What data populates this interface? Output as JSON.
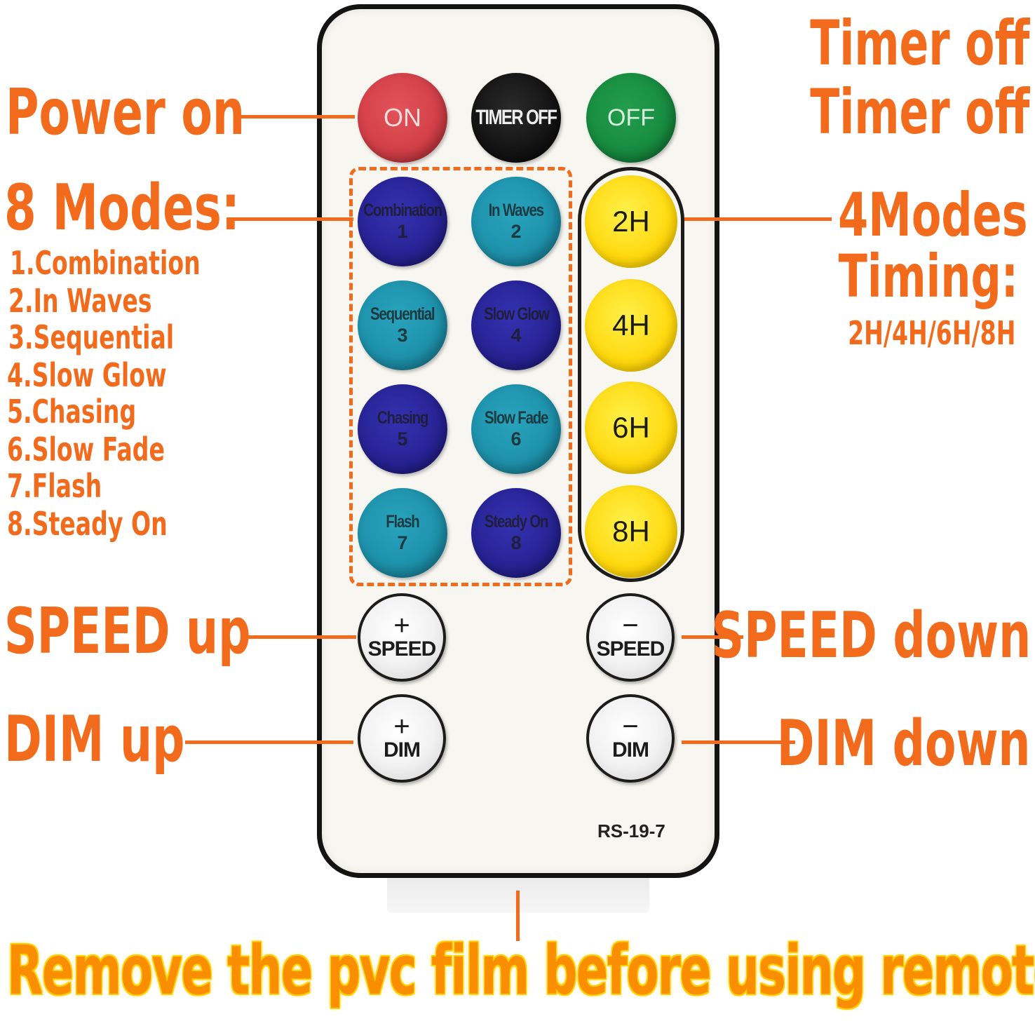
{
  "callouts": {
    "power_on": "Power on",
    "timer_off_1": "Timer off",
    "timer_off_2": "Timer off",
    "eight_modes": "8 Modes:",
    "mode_list": [
      "1.Combination",
      "2.In Waves",
      "3.Sequential",
      "4.Slow Glow",
      "5.Chasing",
      "6.Slow Fade",
      "7.Flash",
      "8.Steady On"
    ],
    "four_modes": "4Modes",
    "timing": "Timing:",
    "timing_options": "2H/4H/6H/8H",
    "speed_up": "SPEED up",
    "speed_down": "SPEED down",
    "dim_up": "DIM up",
    "dim_down": "DIM down"
  },
  "remote": {
    "top_buttons": {
      "on": "ON",
      "timer_off": "TIMER OFF",
      "off": "OFF"
    },
    "modes": [
      {
        "name": "Combination",
        "num": "1"
      },
      {
        "name": "In Waves",
        "num": "2"
      },
      {
        "name": "Sequential",
        "num": "3"
      },
      {
        "name": "Slow Glow",
        "num": "4"
      },
      {
        "name": "Chasing",
        "num": "5"
      },
      {
        "name": "Slow Fade",
        "num": "6"
      },
      {
        "name": "Flash",
        "num": "7"
      },
      {
        "name": "Steady On",
        "num": "8"
      }
    ],
    "timers": [
      "2H",
      "4H",
      "6H",
      "8H"
    ],
    "speed_plus": {
      "sign": "+",
      "label": "SPEED"
    },
    "speed_minus": {
      "sign": "−",
      "label": "SPEED"
    },
    "dim_plus": {
      "sign": "+",
      "label": "DIM"
    },
    "dim_minus": {
      "sign": "−",
      "label": "DIM"
    },
    "model": "RS-19-7"
  },
  "banner": "Remove the pvc film before using remote",
  "colors": {
    "callout_orange": "#f26b1d",
    "banner_orange": "#f98e00",
    "on_red": "#d9434b",
    "timer_black": "#111111",
    "off_green": "#168a3e",
    "mode_navy": "#24208f",
    "mode_teal": "#1c8ea8",
    "timer_yellow": "#ffd70a"
  }
}
